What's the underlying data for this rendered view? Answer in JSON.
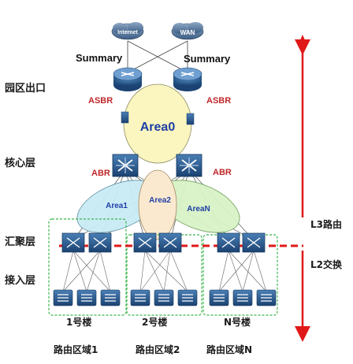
{
  "clouds": {
    "internet": "Internet",
    "wan": "WAN"
  },
  "summary_left": "Summary",
  "summary_right": "Summary",
  "layers": {
    "exit": "园区出口",
    "core": "核心层",
    "aggregation": "汇聚层",
    "access": "接入层"
  },
  "router_labels": {
    "asbr_left": "ASBR",
    "asbr_right": "ASBR",
    "abr_left": "ABR",
    "abr_right": "ABR"
  },
  "areas": {
    "area0": "Area0",
    "area1": "Area1",
    "area2": "Area2",
    "arean": "AreaN"
  },
  "buildings": {
    "b1": "1号楼",
    "b2": "2号楼",
    "bn": "N号楼"
  },
  "regions": {
    "r1": "路由区域1",
    "r2": "路由区域2",
    "rn": "路由区域N"
  },
  "side": {
    "l3": "L3路由",
    "l2": "L2交换"
  },
  "colors": {
    "arrow": "#e01818",
    "area0_fill": "#fbf6c0",
    "area1_fill": "#c9ecf5",
    "area2_fill": "#fbe9cf",
    "arean_fill": "#d9f3c7",
    "region_border": "#3bb54a",
    "device": "#2c5f93",
    "label_red": "#c0282a",
    "label_blue": "#1f3fa6"
  }
}
